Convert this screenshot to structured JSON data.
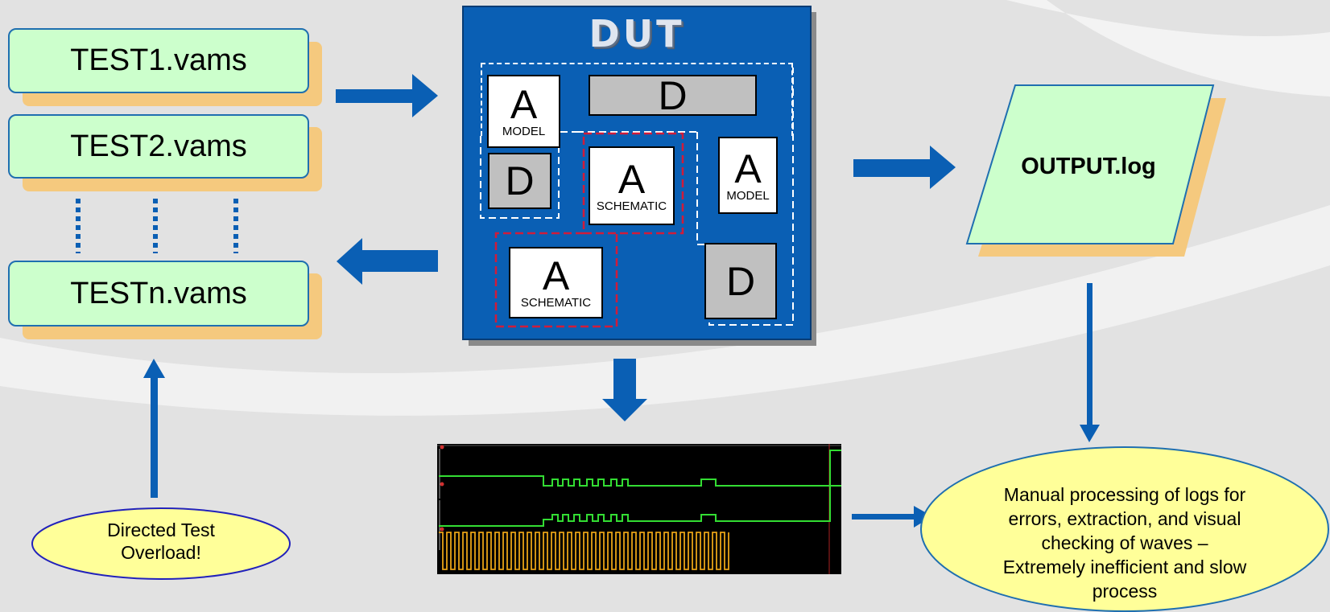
{
  "tests": {
    "test1": "TEST1.vams",
    "test2": "TEST2.vams",
    "testn": "TESTn.vams"
  },
  "dut": {
    "title": "DUT",
    "blocks": {
      "a_model_top": {
        "letter": "A",
        "sub": "MODEL"
      },
      "d_top": {
        "letter": "D"
      },
      "d_left": {
        "letter": "D"
      },
      "a_schematic_center": {
        "letter": "A",
        "sub": "SCHEMATIC"
      },
      "a_model_right": {
        "letter": "A",
        "sub": "MODEL"
      },
      "a_schematic_bottom": {
        "letter": "A",
        "sub": "SCHEMATIC"
      },
      "d_bottom_right": {
        "letter": "D"
      }
    }
  },
  "output": {
    "label": "OUTPUT.log"
  },
  "directed": {
    "line1": "Directed Test",
    "line2": "Overload!"
  },
  "manual": {
    "line1": "Manual processing of logs for",
    "line2": "errors, extraction, and visual",
    "line3": "checking of waves –",
    "line4": "Extremely inefficient and slow",
    "line5": "process"
  },
  "colors": {
    "arrow": "#0a5fb4",
    "test_fill": "#ccffcc",
    "test_shadow": "#f5c97e",
    "dut_fill": "#0a5fb4",
    "ellipse_fill": "#ffff99",
    "wave_green": "#33dd33",
    "wave_orange": "#e8a317"
  }
}
